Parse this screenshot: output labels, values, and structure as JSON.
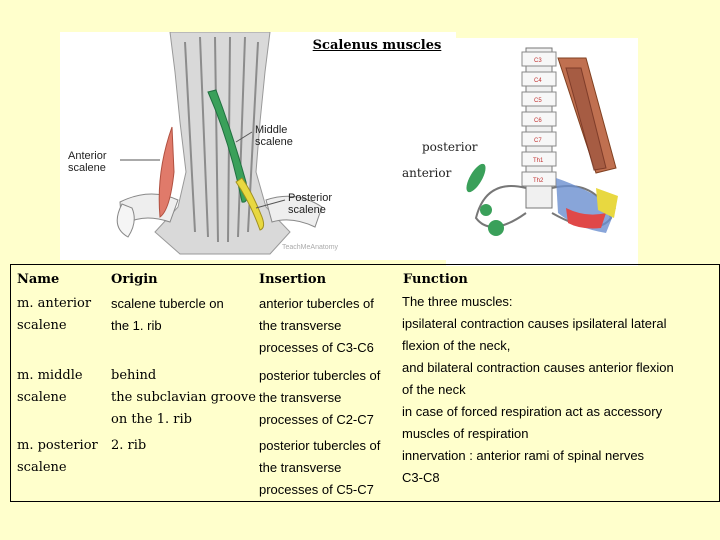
{
  "title": "Scalenus muscles",
  "figure_left": {
    "labels": {
      "anterior": [
        "Anterior",
        "scalene"
      ],
      "middle": [
        "Middle",
        "scalene"
      ],
      "posterior": [
        "Posterior",
        "scalene"
      ],
      "watermark": "TeachMeAnatomy"
    }
  },
  "figure_right": {
    "labels": {
      "posterior": "posterior",
      "anterior": "anterior",
      "vertebrae": [
        "C3",
        "C4",
        "C5",
        "C6",
        "C7",
        "Th1",
        "Th2"
      ]
    }
  },
  "colors": {
    "anterior": "#e07a6a",
    "middle": "#3aa05a",
    "posterior": "#e8d840",
    "background": "#ffffcc"
  },
  "table": {
    "headers": [
      "Name",
      "Origin",
      "Insertion",
      "Function"
    ],
    "rows": [
      {
        "name": [
          "m. anterior",
          "scalene"
        ],
        "origin": [
          "scalene tubercle on",
          "the 1. rib"
        ],
        "insertion": [
          "anterior tubercles of",
          "the transverse",
          "processes of C3-C6"
        ]
      },
      {
        "name": [
          "m. middle",
          "scalene"
        ],
        "origin": [
          "behind",
          "the subclavian groove",
          "on the 1. rib"
        ],
        "insertion": [
          "posterior tubercles of",
          "the transverse",
          "processes of C2-C7"
        ]
      },
      {
        "name": [
          "m. posterior",
          "scalene"
        ],
        "origin": [
          "2. rib"
        ],
        "insertion": [
          "posterior tubercles of",
          "the transverse",
          "processes of C5-C7"
        ]
      }
    ],
    "function": [
      "The three muscles:",
      "ipsilateral contraction causes ipsilateral lateral",
      "flexion of the neck,",
      "and bilateral contraction causes anterior flexion",
      "of the neck",
      "in case of forced respiration act as accessory",
      "muscles of respiration",
      "innervation : anterior rami of spinal nerves",
      "C3-C8"
    ]
  }
}
